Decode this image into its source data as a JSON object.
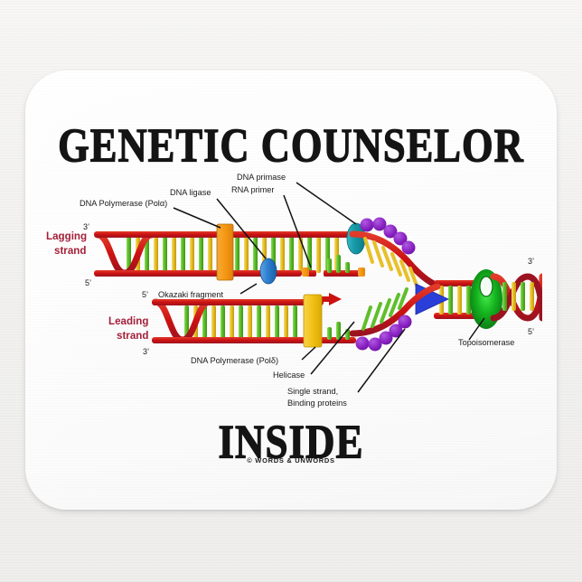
{
  "product": {
    "type": "mousepad",
    "shape": "rounded-rectangle"
  },
  "headline": "GENETIC COUNSELOR",
  "subline": "INSIDE",
  "credit": "© WORDS & UNWORDS",
  "colors": {
    "headline_text": "#141414",
    "strand_label": "#a3203a",
    "dna_backbone": "#cc1111",
    "dna_backbone_dark": "#9b1320",
    "base_green": "#5fbf2a",
    "base_yellow": "#e8c02a",
    "polymerase_orange": "#f59a1e",
    "polymerase_yellow": "#f2c318",
    "primase_teal": "#1f9aa8",
    "ligase_blue": "#2f7fd0",
    "helicase_blue": "#2a3fd8",
    "ssb_purple": "#8a23c4",
    "topoisomerase_green": "#0f9b1f",
    "pad_background": "#ffffff",
    "desk_background": "#f2f1ef"
  },
  "diagram": {
    "title": "DNA replication fork",
    "labels": {
      "dna_polymerase_alpha": "DNA Polymerase (Polα)",
      "dna_ligase": "DNA ligase",
      "dna_primase": "DNA primase",
      "rna_primer": "RNA primer",
      "okazaki_fragment": "Okazaki fragment",
      "lagging_strand": "Lagging\nstrand",
      "lagging_strand_line1": "Lagging",
      "lagging_strand_line2": "strand",
      "leading_strand_line1": "Leading",
      "leading_strand_line2": "strand",
      "dna_polymerase_delta": "DNA Polymerase (Polδ)",
      "helicase": "Helicase",
      "ssb_line1": "Single strand,",
      "ssb_line2": "Binding proteins",
      "topoisomerase": "Topoisomerase"
    },
    "end_markers": {
      "lagging_left_top": "3’",
      "lagging_left_bottom": "5’",
      "leading_left_top": "5’",
      "leading_left_bottom": "3’",
      "right_top": "3’",
      "right_bottom": "5’"
    }
  }
}
